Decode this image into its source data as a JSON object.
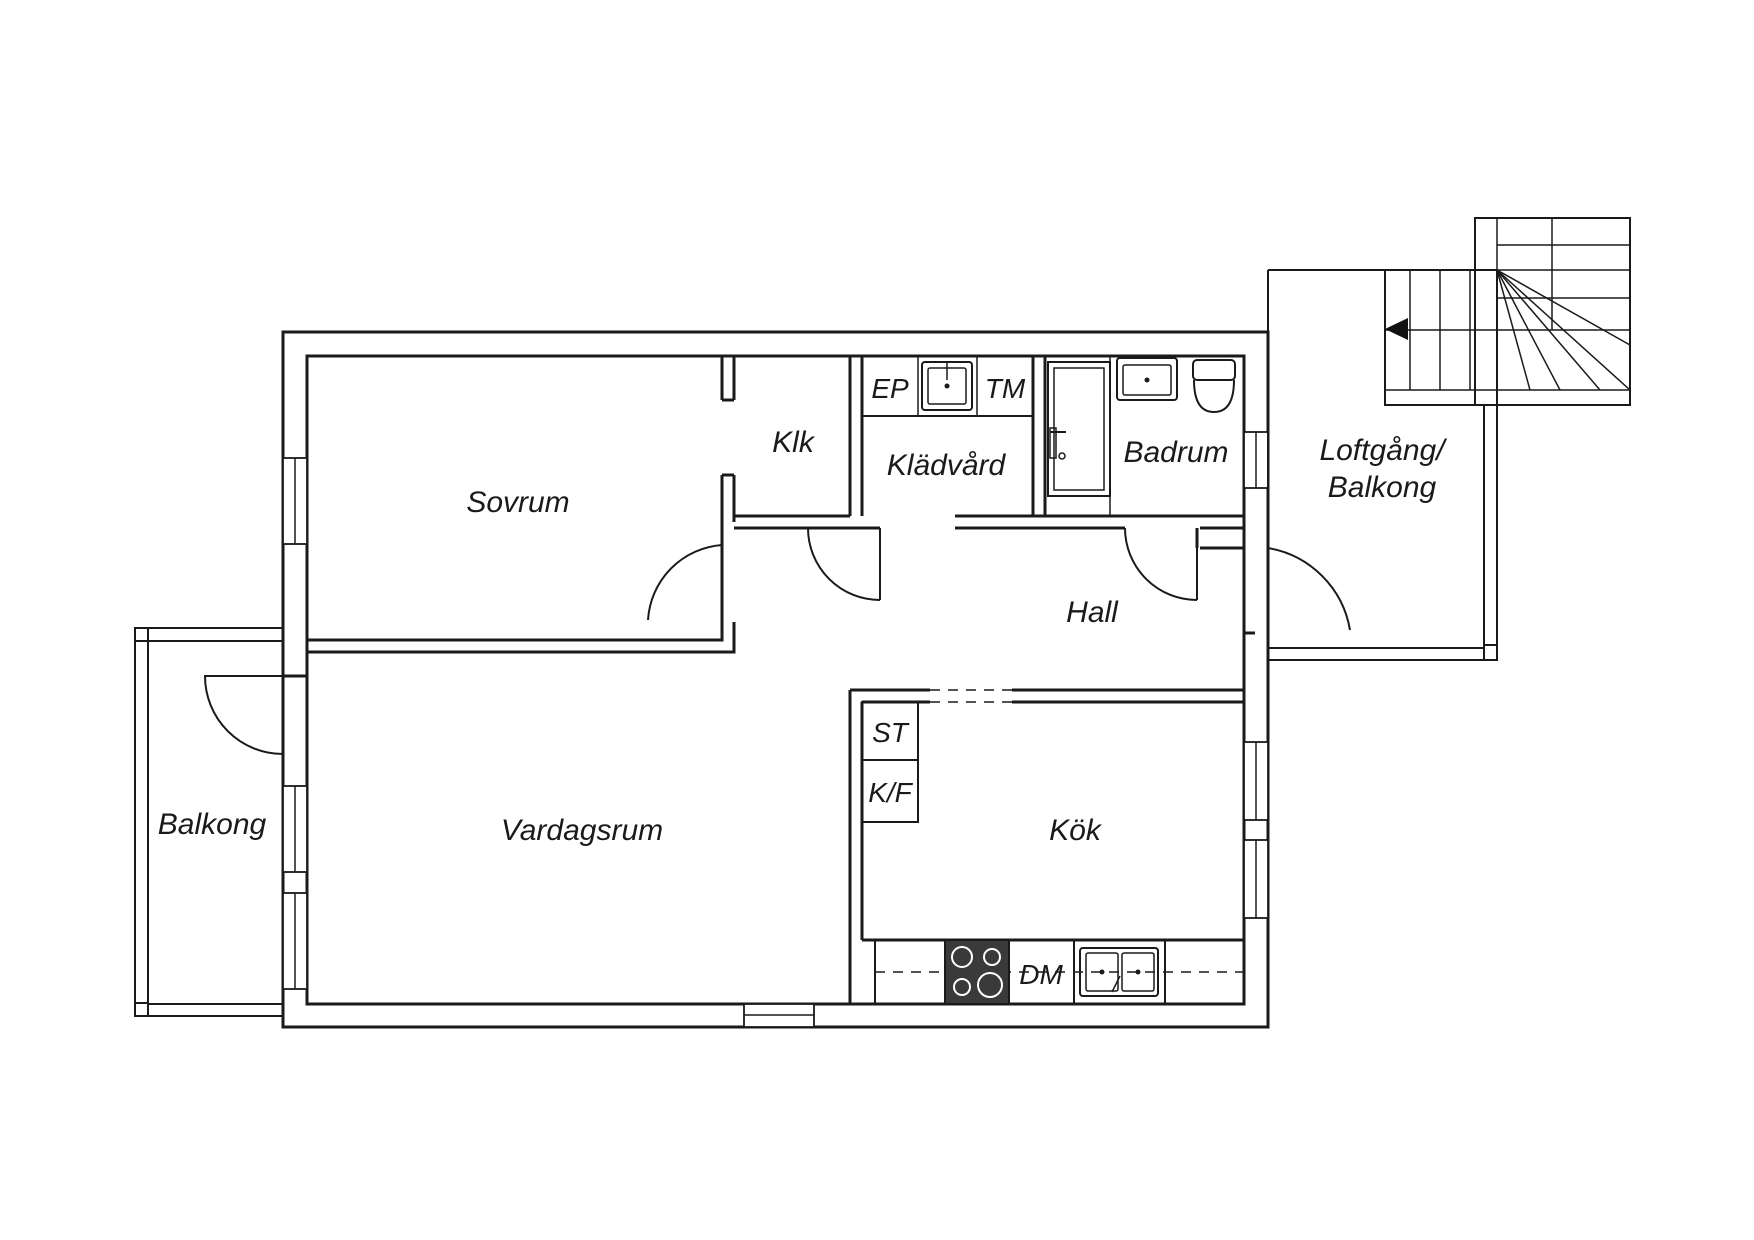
{
  "rooms": {
    "sovrum": "Sovrum",
    "klk": "Klk",
    "kladvard": "Klädvård",
    "badrum": "Badrum",
    "loftgang_line1": "Loftgång/",
    "loftgang_line2": "Balkong",
    "hall": "Hall",
    "vardagsrum": "Vardagsrum",
    "kok": "Kök",
    "balkong": "Balkong"
  },
  "fixtures": {
    "ep": "EP",
    "tm": "TM",
    "st": "ST",
    "kf": "K/F",
    "dm": "DM"
  },
  "icons": {
    "stair_arrow": "triangle-left-icon",
    "stove": "stove-icon",
    "sink": "sink-icon",
    "toilet": "toilet-icon",
    "shower": "shower-icon"
  },
  "colors": {
    "line": "#1a1a1a",
    "stove": "#3a3a3a",
    "background": "#ffffff"
  }
}
